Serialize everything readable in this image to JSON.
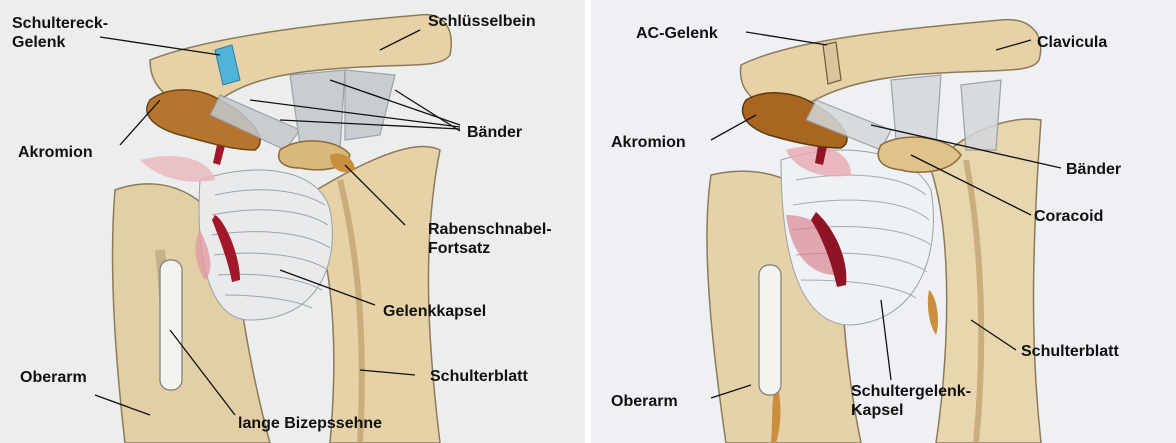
{
  "left_panel": {
    "labels": {
      "ac_joint": "Schultereck-\nGelenk",
      "clavicle": "Schlüsselbein",
      "acromion": "Akromion",
      "ligaments": "Bänder",
      "coracoid": "Rabenschnabel-\nFortsatz",
      "capsule": "Gelenkkapsel",
      "humerus": "Oberarm",
      "scapula": "Schulterblatt",
      "biceps_tendon": "lange Bizepssehne"
    }
  },
  "right_panel": {
    "labels": {
      "ac_joint": "AC-Gelenk",
      "clavicle": "Clavicula",
      "acromion": "Akromion",
      "ligaments": "Bänder",
      "coracoid": "Coracoid",
      "capsule": "Schultergelenk-\nKapsel",
      "humerus": "Oberarm",
      "scapula": "Schulterblatt"
    }
  },
  "colors": {
    "bone": "#e2cda0",
    "bone_shadow": "#c9a468",
    "acromion_brown": "#b7742e",
    "ac_joint_blue": "#4fb4d8",
    "ligament_gray": "#b9bec4",
    "red": "#a3172a",
    "pink": "#e29aa2"
  }
}
